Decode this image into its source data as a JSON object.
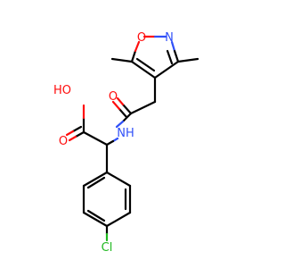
{
  "molecule": {
    "atom_labels": {
      "isoxazole_o": "O",
      "isoxazole_n": "N",
      "amide_o": "O",
      "amide_nh": "NH",
      "acid_oh": "HO",
      "acid_o": "O",
      "chlorine": "Cl"
    },
    "colors": {
      "oxygen": "#ff0d0d",
      "nitrogen": "#3050f8",
      "chlorine": "#1fb81f",
      "carbon_bond": "#000000"
    }
  }
}
